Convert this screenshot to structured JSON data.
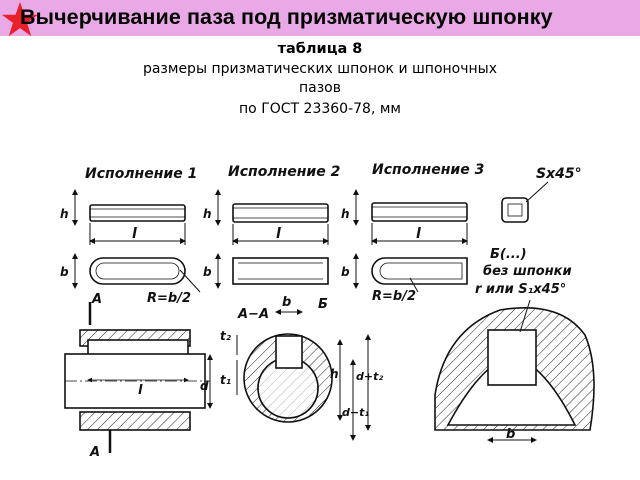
{
  "slide": {
    "title": "Вычерчивание паза под призматическую шпонку",
    "colors": {
      "title_bar": "#e9a8e6",
      "star": "#e8202a"
    },
    "icon": "red-star-icon"
  },
  "caption": {
    "line1": "таблица 8",
    "line2": "размеры призматических шпонок и шпоночных",
    "line3": "пазов",
    "line4": "по ГОСТ 23360-78, мм"
  },
  "drawing": {
    "headers": {
      "v1": "Исполнение 1",
      "v2": "Исполнение 2",
      "v3": "Исполнение 3",
      "chamfer": "Sx45°"
    },
    "dims": {
      "h": "h",
      "b": "b",
      "l": "l",
      "t1": "t₁",
      "t2": "t₂",
      "d": "d",
      "d_minus_t1": "d−t₁",
      "d_plus_t2": "d+t₂"
    },
    "radius_label": "R=b/2",
    "section_marks": {
      "a": "A",
      "aa": "A−A",
      "b_mark": "Б"
    },
    "detail_note": {
      "line1": "Б(...)",
      "line2": "без шпонки",
      "line3": "r или S₁x45°"
    }
  }
}
